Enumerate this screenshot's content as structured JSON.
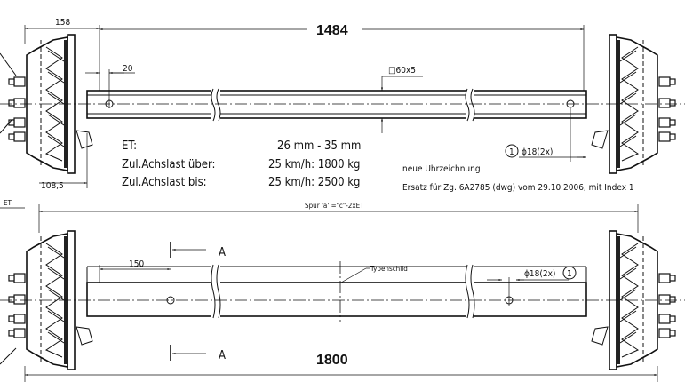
{
  "drawing": {
    "dimensions": {
      "overall_top": "1484",
      "hub_width": "158",
      "hole_offset": "20",
      "profile": "□60x5",
      "hub_inner": "108,5",
      "et_label": "ET",
      "track_formula": "Spur 'a' =\"c\"-2xET",
      "hole_spacing": "150",
      "overall_bottom": "1800"
    },
    "callouts": {
      "hole_top": "ϕ18(2x)",
      "hole_bottom": "ϕ18(2x)",
      "item_number": "1",
      "nameplate": "Typenschild",
      "section_top": "A",
      "section_bottom": "A"
    },
    "specs": [
      {
        "label": "ET:",
        "value": "26 mm - 35 mm"
      },
      {
        "label": "Zul.Achslast über:",
        "value": "25 km/h: 1800 kg"
      },
      {
        "label": "Zul.Achslast bis:",
        "value": "25 km/h: 2500 kg"
      }
    ],
    "notes": {
      "revision": "neue Uhrzeichnung",
      "replacement": "Ersatz für Zg. 6A2785 (dwg) vom 29.10.2006, mit Index 1"
    }
  }
}
